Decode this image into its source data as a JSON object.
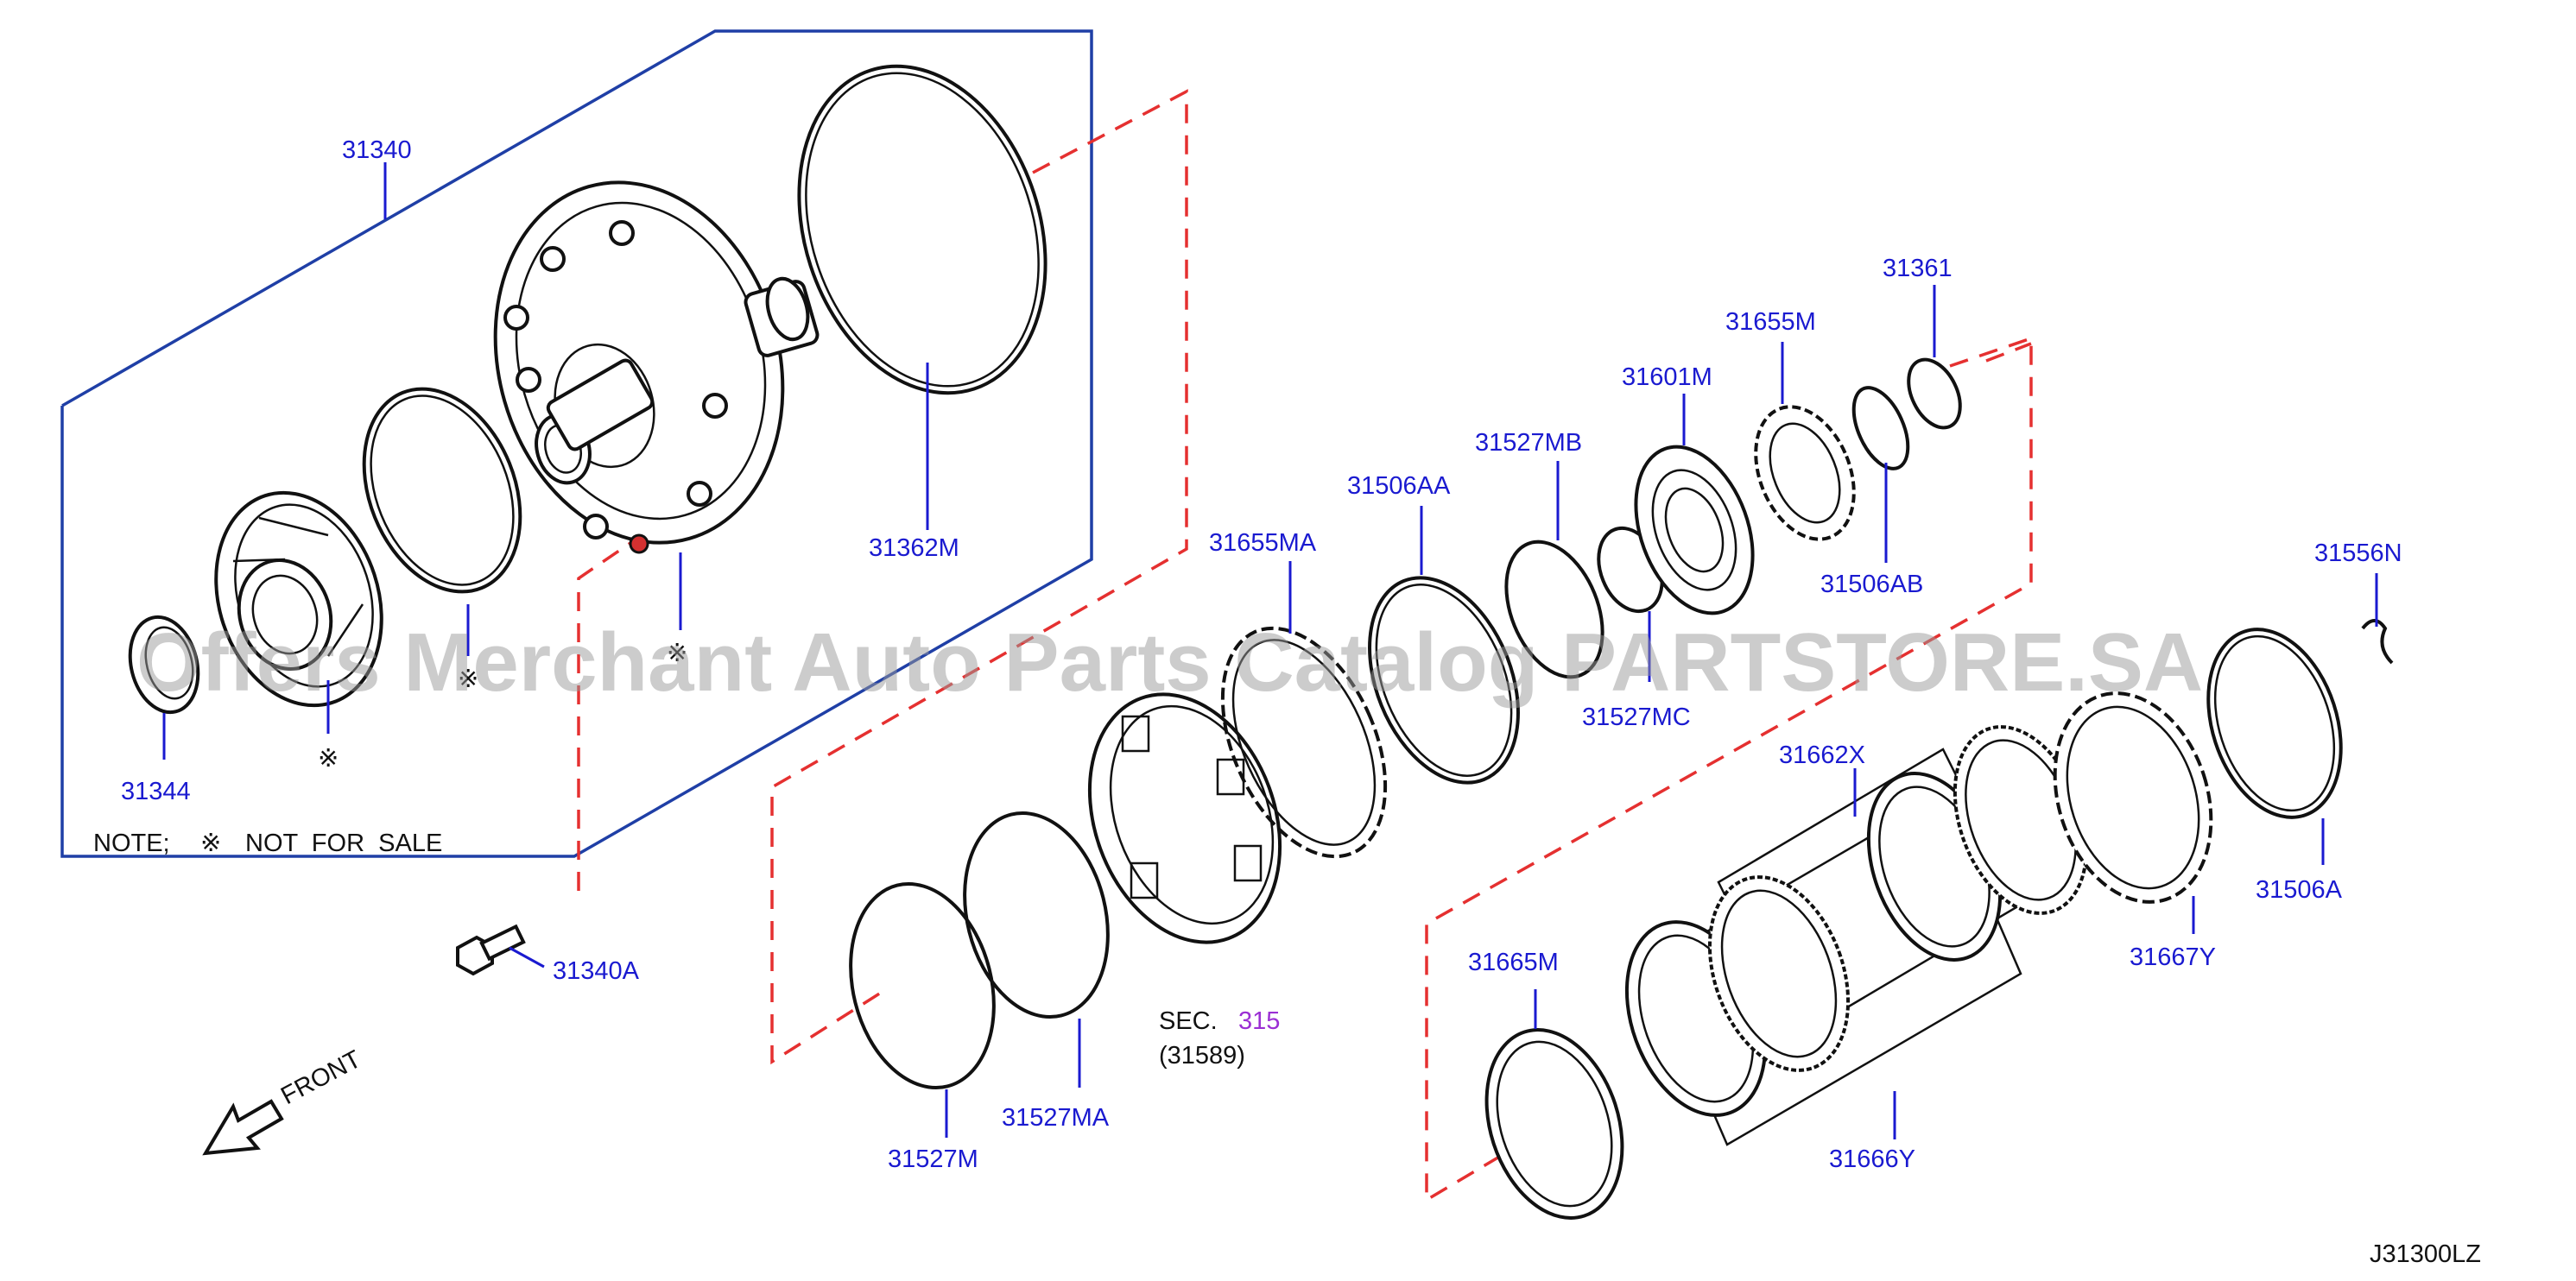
{
  "colors": {
    "label": "#1a1ad0",
    "box": "#1f3fa6",
    "dashed": "#e53030",
    "sec_ref": "#9b2fd4",
    "watermark": "#9a9a9a"
  },
  "labels": {
    "p31340": "31340",
    "p31362m": "31362M",
    "p31344": "31344",
    "p31340a": "31340A",
    "p31361": "31361",
    "p31655m": "31655M",
    "p31601m": "31601M",
    "p31527mb": "31527MB",
    "p31506aa": "31506AA",
    "p31655ma": "31655MA",
    "p31506ab": "31506AB",
    "p31527mc": "31527MC",
    "p31556n": "31556N",
    "p31662x": "31662X",
    "p31506a": "31506A",
    "p31667y": "31667Y",
    "p31665m": "31665M",
    "p31666y": "31666Y",
    "p31527m": "31527M",
    "p31527ma": "31527MA"
  },
  "marks": {
    "not_for_sale_1": "※",
    "not_for_sale_2": "※",
    "not_for_sale_3": "※"
  },
  "note": {
    "prefix": "NOTE;",
    "symbol": "※",
    "text": "NOT  FOR  SALE"
  },
  "sec_ref": {
    "prefix": "SEC.",
    "number": "315",
    "sub": "(31589)"
  },
  "front": "FRONT",
  "diagram_code": "J31300LZ",
  "watermark": "Offers Merchant Auto Parts Catalog PARTSTORE.SA"
}
